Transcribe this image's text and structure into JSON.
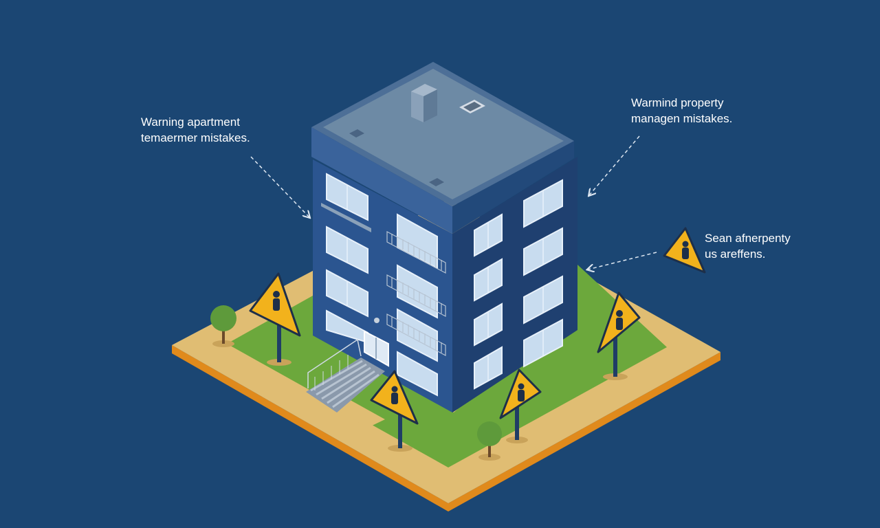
{
  "colors": {
    "background": "#1b4673",
    "building_front": "#2b5590",
    "building_side": "#1f4070",
    "roof": "#6d8aa5",
    "warning_sign": "#f2b21c",
    "grass": "#6ca83c",
    "ground": "#e0bd73",
    "ground_edge": "#e08a1c"
  },
  "callouts": {
    "left": {
      "line1": "Warning apartment",
      "line2": "temaermer mistakes."
    },
    "right_top": {
      "line1": "Warmind property",
      "line2": "managen mistakes."
    },
    "right_mid": {
      "line1": "Sean afnerpenty",
      "line2": "us areffens."
    }
  },
  "icons": [
    "warning-sign-icon",
    "tree-icon",
    "rooftop-unit-icon",
    "stairs-icon",
    "door-icon"
  ]
}
